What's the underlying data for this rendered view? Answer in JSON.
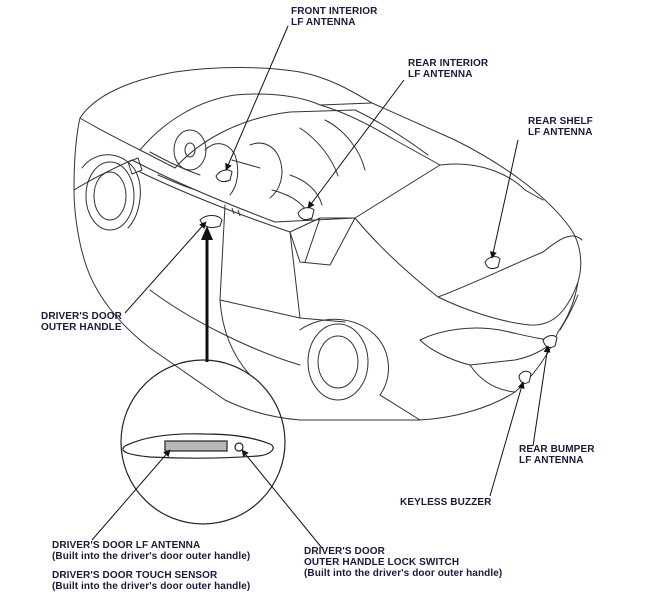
{
  "labels": {
    "front_interior": [
      "FRONT INTERIOR",
      "LF ANTENNA"
    ],
    "rear_interior": [
      "REAR INTERIOR",
      "LF ANTENNA"
    ],
    "rear_shelf": [
      "REAR SHELF",
      "LF ANTENNA"
    ],
    "drivers_door_outer_handle": [
      "DRIVER'S DOOR",
      "OUTER HANDLE"
    ],
    "rear_bumper": [
      "REAR BUMPER",
      "LF ANTENNA"
    ],
    "keyless_buzzer": "KEYLESS BUZZER",
    "drivers_door_lf_antenna": [
      "DRIVER'S DOOR LF ANTENNA",
      "(Built into the driver's door outer handle)"
    ],
    "drivers_door_touch_sensor": [
      "DRIVER'S DOOR TOUCH SENSOR",
      "(Built into the driver's door outer handle)"
    ],
    "drivers_door_lock_switch": [
      "DRIVER'S DOOR",
      "OUTER HANDLE LOCK SWITCH",
      "(Built into the driver's door outer handle)"
    ]
  }
}
